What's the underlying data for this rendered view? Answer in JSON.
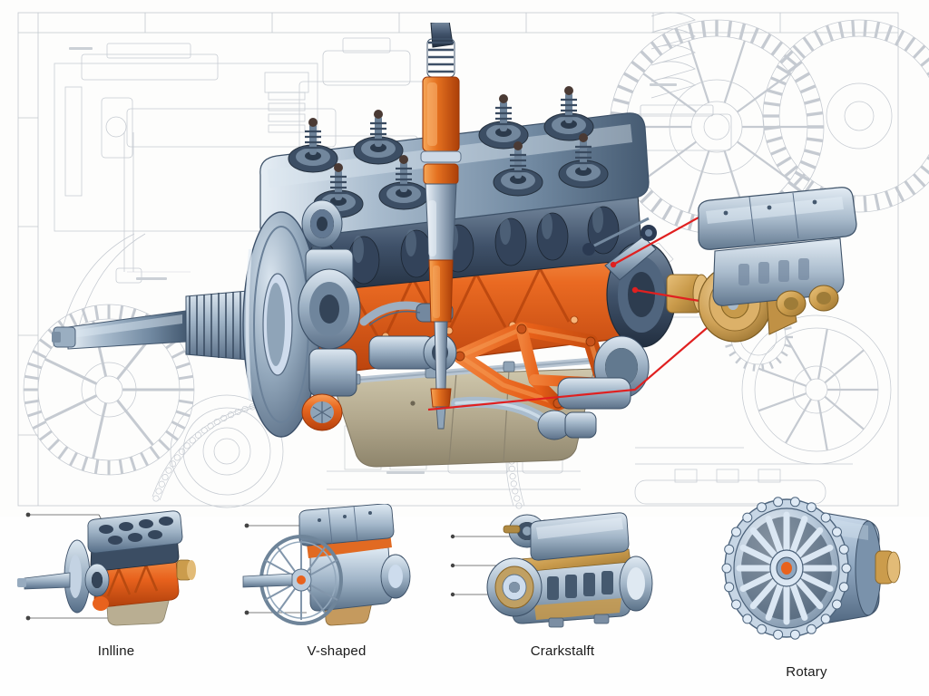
{
  "document": {
    "kind": "technical-cutaway-illustration",
    "subject": "Internal combustion engine cutaway over engineering blueprint",
    "background_style": "faint pencil blueprint with gears, shafts, flywheels and dimension frames"
  },
  "palette": {
    "steel_light": "#c9d6e2",
    "steel_mid": "#8fa4b8",
    "steel_dark": "#4f637a",
    "steel_deep": "#2f3d4e",
    "orange": "#e8621d",
    "orange_light": "#f5883c",
    "orange_deep": "#b8410c",
    "red_leader": "#e02020",
    "brass": "#c99a4a",
    "brass_light": "#e0bb72",
    "tan_pan": "#b3a98e",
    "blueprint_line": "#b9bec6",
    "page_bg": "#fdfdfc",
    "label_text": "#1a1a1a"
  },
  "main_illustration": {
    "name": "engine-cutaway-main",
    "components": [
      {
        "id": "cylinder-head",
        "label": "cylinder head with valve springs",
        "color": "#8fa4b8"
      },
      {
        "id": "valve-covers",
        "label": "valve spring retainers",
        "color": "#5c7189"
      },
      {
        "id": "engine-block",
        "label": "cutaway engine block",
        "color": "#e8621d"
      },
      {
        "id": "spark-plug",
        "label": "vertical spark plug / injector",
        "color": "#b9c7d6"
      },
      {
        "id": "flywheel",
        "label": "flywheel disc",
        "color": "#7e93a9"
      },
      {
        "id": "crank-shaft",
        "label": "splined output shaft",
        "color": "#9fb3c6"
      },
      {
        "id": "oil-pan",
        "label": "oil sump pan",
        "color": "#b3a98e"
      },
      {
        "id": "exhaust-manifold",
        "label": "exhaust manifold runners",
        "color": "#a8b8c8"
      },
      {
        "id": "bell-housing",
        "label": "rear bell housing",
        "color": "#5f738a"
      }
    ]
  },
  "inset": {
    "name": "detail-callout-module",
    "title_visible": false,
    "components": [
      {
        "id": "inset-head",
        "label": "detail cylinder head",
        "color": "#b6c6d5"
      },
      {
        "id": "inset-gasket",
        "label": "brass gasket bead",
        "color": "#c99a4a"
      },
      {
        "id": "inset-pulley",
        "label": "brass pulley / damper",
        "color": "#d4a354"
      }
    ],
    "leader_line_color": "#e02020",
    "leader_line_count": 3
  },
  "thumbnails": [
    {
      "id": "thumb-inline",
      "label": "Inlline",
      "description": "inline engine cutaway with flywheel and shaft",
      "leader_count": 2,
      "accent": "#e8621d"
    },
    {
      "id": "thumb-v-shaped",
      "label": "V-shaped",
      "description": "V configuration engine with spoked flywheel",
      "leader_count": 2,
      "accent": "#e8621d"
    },
    {
      "id": "thumb-crankshaft",
      "label": "Crarkstalft",
      "description": "crankshaft assembly engine view with turbo",
      "leader_count": 3,
      "accent": "#c99a4a"
    },
    {
      "id": "thumb-rotary",
      "label": "Rotary",
      "description": "rotary radial engine front view with bolt flange",
      "leader_count": 0,
      "accent": "#8fa4b8"
    }
  ],
  "blueprint": {
    "frame_visible": true,
    "elements": [
      "gear-wheel-large",
      "gear-wheel-toothed",
      "spoked-flywheel",
      "chain-drive",
      "shaft-assembly",
      "dimension-rules",
      "valve-housing",
      "spring-coil"
    ]
  }
}
